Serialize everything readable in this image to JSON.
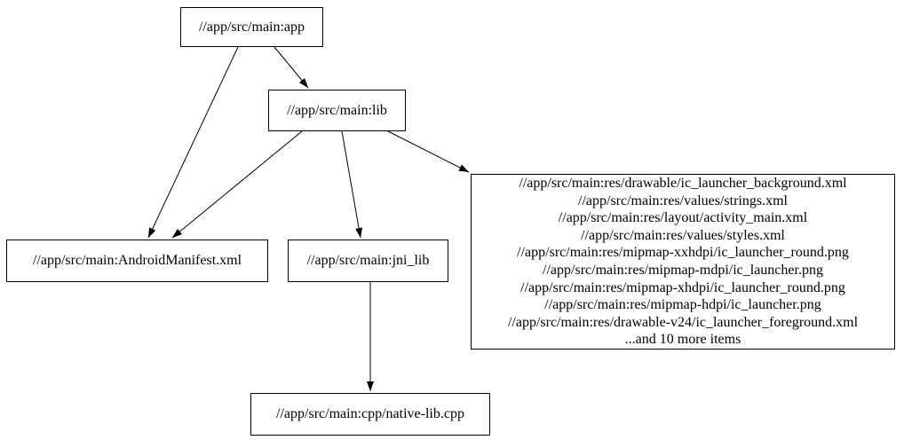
{
  "graph": {
    "type": "directed-dependency-graph",
    "background_color": "#ffffff",
    "node_border_color": "#000000",
    "edge_color": "#000000",
    "nodes": {
      "app": {
        "label": "//app/src/main:app"
      },
      "lib": {
        "label": "//app/src/main:lib"
      },
      "manifest": {
        "label": "//app/src/main:AndroidManifest.xml"
      },
      "jni_lib": {
        "label": "//app/src/main:jni_lib"
      },
      "cpp": {
        "label": "//app/src/main:cpp/native-lib.cpp"
      },
      "res": {
        "lines": [
          "//app/src/main:res/drawable/ic_launcher_background.xml",
          "//app/src/main:res/values/strings.xml",
          "//app/src/main:res/layout/activity_main.xml",
          "//app/src/main:res/values/styles.xml",
          "//app/src/main:res/mipmap-xxhdpi/ic_launcher_round.png",
          "//app/src/main:res/mipmap-mdpi/ic_launcher.png",
          "//app/src/main:res/mipmap-xhdpi/ic_launcher_round.png",
          "//app/src/main:res/mipmap-hdpi/ic_launcher.png",
          "//app/src/main:res/drawable-v24/ic_launcher_foreground.xml",
          "...and 10 more items"
        ]
      }
    },
    "edges": [
      {
        "from": "//app/src/main:app",
        "to": "//app/src/main:lib"
      },
      {
        "from": "//app/src/main:app",
        "to": "//app/src/main:AndroidManifest.xml"
      },
      {
        "from": "//app/src/main:lib",
        "to": "//app/src/main:AndroidManifest.xml"
      },
      {
        "from": "//app/src/main:lib",
        "to": "//app/src/main:jni_lib"
      },
      {
        "from": "//app/src/main:lib",
        "to": "res-file-group"
      },
      {
        "from": "//app/src/main:jni_lib",
        "to": "//app/src/main:cpp/native-lib.cpp"
      }
    ]
  }
}
